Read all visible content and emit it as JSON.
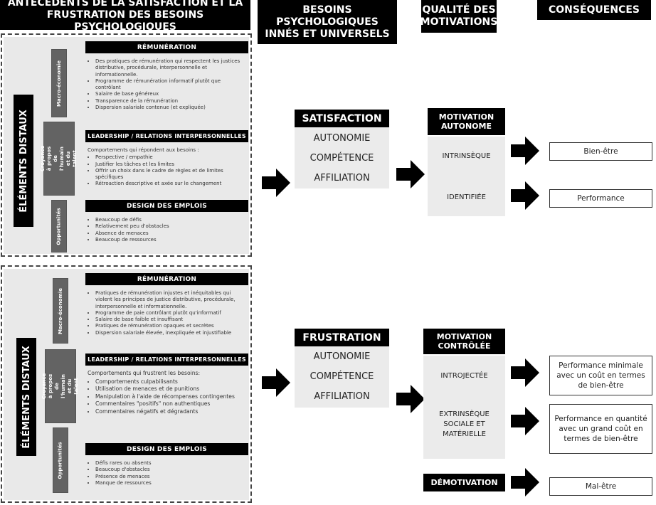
{
  "headers": {
    "antecedents": "ANTÉCÉDENTS DE LA SATISFACTION ET LA FRUSTRATION DES BESOINS PSYCHOLOGIQUES",
    "besoins": "BESOINS PSYCHOLOGIQUES INNÉS ET UNIVERSELS",
    "qualite": "QUALITÉ DES MOTIVATIONS",
    "consequences": "CONSÉQUENCES"
  },
  "top_panel": {
    "distal_label": "ÉLÉMENTS DISTAUX",
    "labels": {
      "macro": "Macro-économie",
      "croyance": "Croyance à propos de l'humain et du talent",
      "opportunites": "Opportunités"
    },
    "remuneration": {
      "title": "RÉMUNÉRATION",
      "items": [
        "Des pratiques de rémunération qui respectent les justices distributive, procédurale, interpersonnelle et informationnelle.",
        "Programme de rémunération informatif plutôt que contrôlant",
        "Salaire de base généreux",
        "Transparence de la rémunération",
        "Dispersion salariale contenue (et expliquée)"
      ]
    },
    "leadership": {
      "title": "LEADERSHIP / RELATIONS INTERPERSONNELLES",
      "intro": "Comportements qui répondent aux besoins :",
      "items": [
        "Perspective / empathie",
        "Justifier les tâches et les limites",
        "Offrir un choix dans le cadre de règles et de limites spécifiques",
        "Rétroaction descriptive et axée sur le changement"
      ]
    },
    "design": {
      "title": "DESIGN DES EMPLOIS",
      "items": [
        "Beaucoup de défis",
        "Relativement peu d'obstacles",
        "Absence de menaces",
        "Beaucoup de ressources"
      ]
    }
  },
  "bottom_panel": {
    "distal_label": "ÉLÉMENTS DISTAUX",
    "labels": {
      "macro": "Macro-économie",
      "croyance": "Croyance à propos de l'humain et du talent",
      "opportunites": "Opportunités"
    },
    "remuneration": {
      "title": "RÉMUNÉRATION",
      "items": [
        "Pratiques de rémunération injustes et inéquitables qui violent les principes de justice distributive, procédurale, interpersonnelle et informationnelle.",
        "Programme de paie contrôlant plutôt qu'informatif",
        "Salaire de base faible et insuffisant",
        "Pratiques de rémunération opaques et secrètes",
        "Dispersion salariale élevée, inexpliquée et injustifiable"
      ]
    },
    "leadership": {
      "title": "LEADERSHIP / RELATIONS INTERPERSONNELLES",
      "intro": "Comportements qui frustrent les besoins:",
      "items": [
        "Comportements culpabilisants",
        "Utilisation de menaces et de punitions",
        "Manipulation à l'aide de récompenses contingentes",
        "Commentaires \"positifs\" non authentiques",
        "Commentaires négatifs et dégradants"
      ]
    },
    "design": {
      "title": "DESIGN DES EMPLOIS",
      "items": [
        "Défis rares ou absents",
        "Beaucoup d'obstacles",
        "Présence de menaces",
        "Manque de ressources"
      ]
    }
  },
  "satisfaction": {
    "title": "SATISFACTION",
    "needs": [
      "AUTONOMIE",
      "COMPÉTENCE",
      "AFFILIATION"
    ]
  },
  "frustration": {
    "title": "FRUSTRATION",
    "needs": [
      "AUTONOMIE",
      "COMPÉTENCE",
      "AFFILIATION"
    ]
  },
  "motivation_autonome": {
    "title": "MOTIVATION AUTONOME",
    "items": [
      "INTRINSÈQUE",
      "IDENTIFIÉE"
    ]
  },
  "motivation_controlee": {
    "title": "MOTIVATION CONTRÔLÉE",
    "items": [
      "INTROJECTÉE",
      "EXTRINSÈQUE SOCIALE ET MATÉRIELLE"
    ]
  },
  "demotivation": "DÉMOTIVATION",
  "consequences": {
    "bien_etre": "Bien-être",
    "performance": "Performance",
    "perf_minimale": "Performance minimale avec un coût en termes de bien-être",
    "perf_quantite": "Performance en quantité avec un grand coût en termes de bien-être",
    "mal_etre": "Mal-être"
  }
}
